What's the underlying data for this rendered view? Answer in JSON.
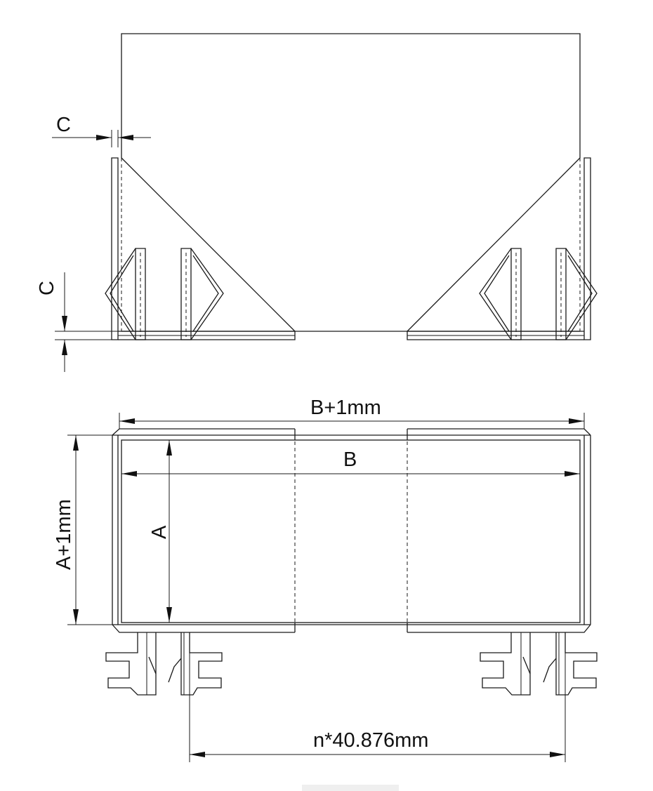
{
  "side_view": {
    "dim_c_top_label": "C",
    "dim_c_left_label": "C"
  },
  "top_view": {
    "dim_outer_width_label": "B+1mm",
    "dim_inner_width_label": "B",
    "dim_inner_height_label": "A",
    "dim_outer_height_label": "A+1mm",
    "dim_pitch_label": "n*40.876mm"
  }
}
